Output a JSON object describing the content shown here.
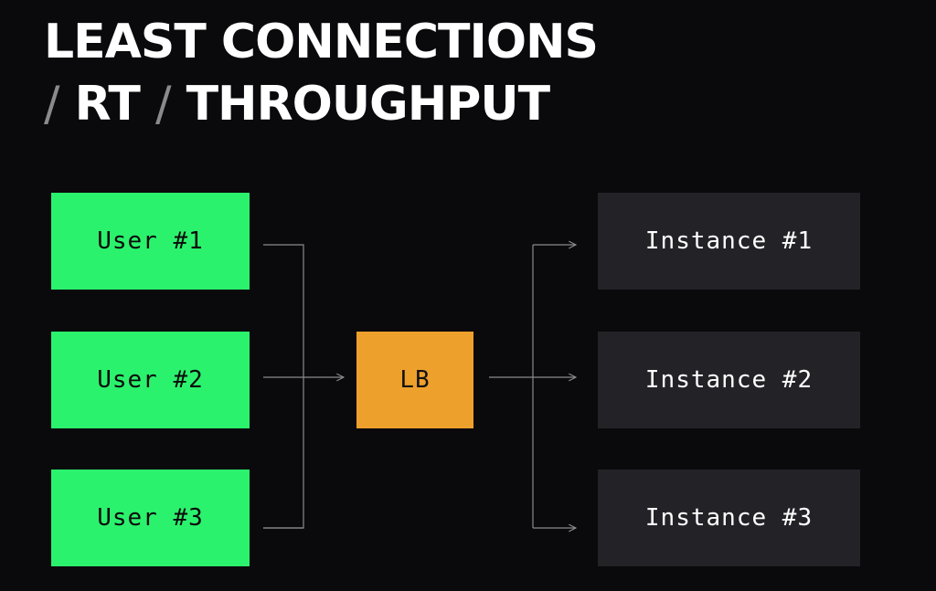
{
  "title": {
    "line1": "LEAST CONNECTIONS",
    "slash1": "/",
    "part2": "RT",
    "slash2": "/",
    "part3": "THROUGHPUT"
  },
  "users": [
    {
      "label": "User #1"
    },
    {
      "label": "User #2"
    },
    {
      "label": "User #3"
    }
  ],
  "load_balancer": {
    "label": "LB"
  },
  "instances": [
    {
      "label": "Instance #1"
    },
    {
      "label": "Instance #2"
    },
    {
      "label": "Instance #3"
    }
  ],
  "colors": {
    "background": "#0a090c",
    "user_box": "#2bf26d",
    "lb_box": "#eea02c",
    "instance_box": "#232227",
    "connector": "#8a8a8e"
  }
}
